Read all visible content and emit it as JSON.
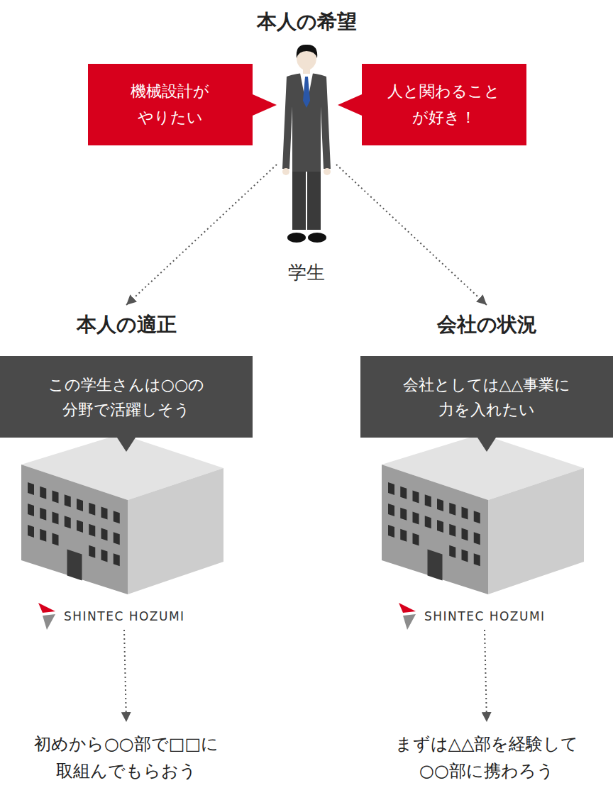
{
  "diagram": {
    "title": "本人の希望",
    "nodes": [
      {
        "text": [
          "学生"
        ]
      },
      {
        "text": [
          "機械設計がやりたい"
        ]
      },
      {
        "text": [
          "人と関わることが好き！"
        ]
      },
      {
        "text": [
          "本人の適正",
          "この学生さんは○○の分野で活躍しそう"
        ]
      },
      {
        "text": [
          "SHINTEC HOZUMI"
        ]
      },
      {
        "text": [
          "初めから○○部で□□に取組んでもらおう"
        ]
      },
      {
        "text": [
          "会社の状況",
          "会社としては△△事業に力を入れたい"
        ]
      },
      {
        "text": [
          "SHINTEC HOZUMI"
        ]
      },
      {
        "text": [
          "まずは△△部を経験して○○部に携わろう"
        ]
      }
    ],
    "edges": [
      {
        "from": 0,
        "to": 3,
        "arrow": "to"
      },
      {
        "from": 0,
        "to": 6,
        "arrow": "to"
      },
      {
        "from": 4,
        "to": 5,
        "arrow": "to"
      },
      {
        "from": 7,
        "to": 8,
        "arrow": "to"
      }
    ]
  }
}
